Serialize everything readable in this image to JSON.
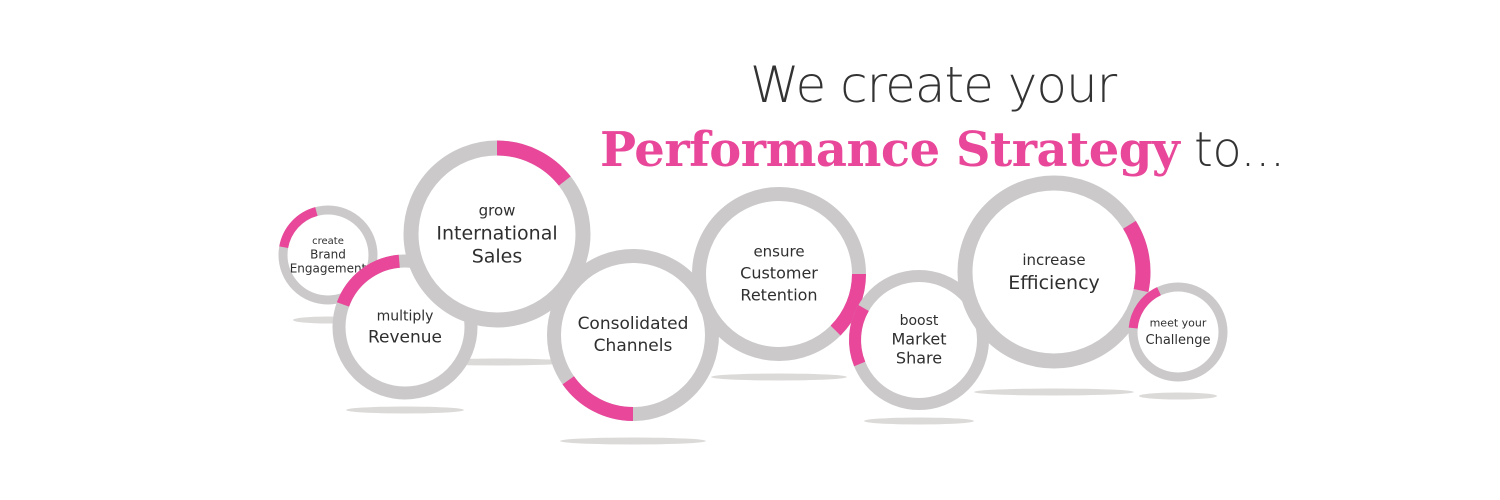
{
  "headline": {
    "line1": "We create your",
    "accent": "Performance Strategy",
    "tail": "to..."
  },
  "colors": {
    "accent": "#e8479a",
    "ring": "#cbc9c9",
    "text": "#333333",
    "shadow": "#dcdad8"
  },
  "bubbles": [
    {
      "id": "brand",
      "lines": [
        "create",
        "Brand",
        "Engagement"
      ]
    },
    {
      "id": "revenue",
      "lines": [
        "multiply",
        "Revenue"
      ]
    },
    {
      "id": "intl",
      "lines": [
        "grow",
        "International",
        "Sales"
      ]
    },
    {
      "id": "channels",
      "lines": [
        "Consolidated",
        "Channels"
      ]
    },
    {
      "id": "retention",
      "lines": [
        "ensure",
        "Customer",
        "Retention"
      ]
    },
    {
      "id": "market",
      "lines": [
        "boost",
        "Market",
        "Share"
      ]
    },
    {
      "id": "efficiency",
      "lines": [
        "increase",
        "Efficiency"
      ]
    },
    {
      "id": "challenge",
      "lines": [
        "meet your",
        "Challenge"
      ]
    }
  ]
}
